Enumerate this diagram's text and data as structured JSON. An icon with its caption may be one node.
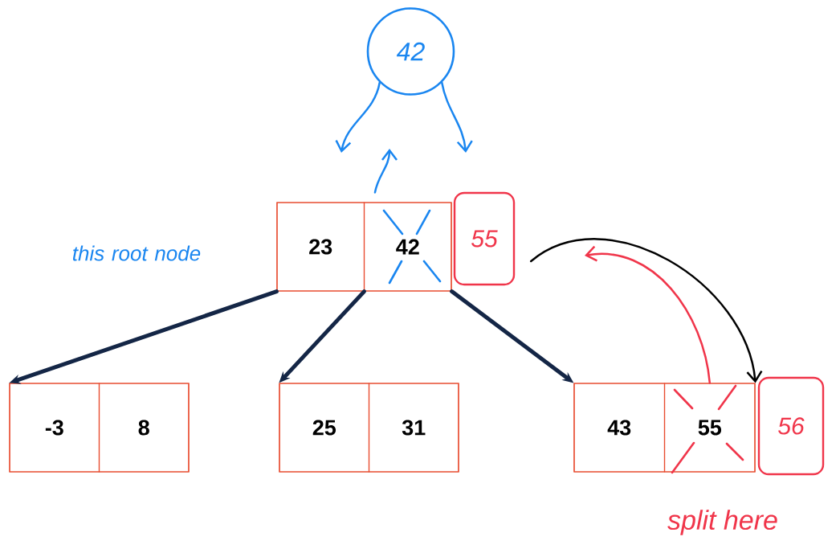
{
  "diagram": {
    "nodes": [
      {
        "text": [],
        "shape": "box"
      },
      {
        "text": [
          "23"
        ],
        "in": 0
      },
      {
        "text": [
          "42"
        ],
        "in": 0
      },
      {
        "text": [
          "55"
        ]
      },
      {
        "text": [],
        "shape": "box"
      },
      {
        "text": [
          "-3"
        ],
        "in": 4
      },
      {
        "text": [
          "8"
        ],
        "in": 4
      },
      {
        "text": [],
        "shape": "box"
      },
      {
        "text": [
          "25"
        ],
        "in": 7
      },
      {
        "text": [
          "31"
        ],
        "in": 7
      },
      {
        "text": [],
        "shape": "box"
      },
      {
        "text": [
          "43"
        ],
        "in": 10
      },
      {
        "text": [
          "55"
        ],
        "in": 10
      },
      {
        "text": [
          "56"
        ]
      },
      {
        "text": [
          "42"
        ]
      }
    ],
    "edges": [
      {
        "from": 0,
        "to": 4,
        "arrow": "to",
        "style": "thick"
      },
      {
        "from": 0,
        "to": 7,
        "arrow": "to",
        "style": "thick"
      },
      {
        "from": 0,
        "to": 10,
        "arrow": "to",
        "style": "thick"
      },
      {
        "from": 14,
        "to": null,
        "arrow": "to",
        "color": "#1a86f0"
      },
      {
        "from": 14,
        "to": null,
        "arrow": "to",
        "color": "#1a86f0"
      },
      {
        "from": 2,
        "to": null,
        "arrow": "to",
        "color": "#1a86f0"
      },
      {
        "from": 12,
        "to": null,
        "arrow": "to",
        "color": "#f0354a"
      },
      {
        "from": 3,
        "to": 12,
        "arrow": "to",
        "color": "#000000"
      }
    ],
    "labels": [
      "this root node",
      "split here"
    ]
  }
}
